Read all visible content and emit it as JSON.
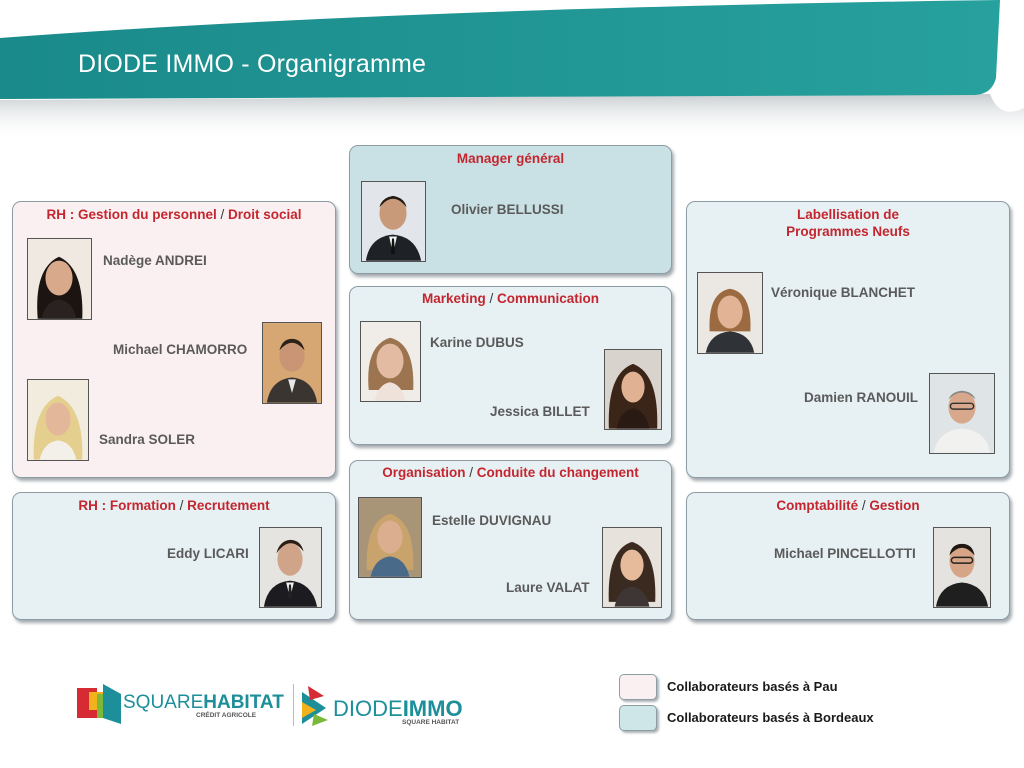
{
  "header": {
    "title": "DIODE IMMO - Organigramme"
  },
  "colors": {
    "banner_teal": "#1f918f",
    "pau_fill": "#fbf0f1",
    "bordeaux_fill": "#e7f0f3",
    "manager_fill": "#c9e1e4",
    "title_red": "#c4262f"
  },
  "boxes": {
    "manager": {
      "title": "Manager général",
      "people": [
        {
          "name": "Olivier BELLUSSI"
        }
      ]
    },
    "rh_social": {
      "title_a": "RH : Gestion du personnel",
      "sep": "/",
      "title_b": "Droit social",
      "people": [
        {
          "name": "Nadège ANDREI"
        },
        {
          "name": "Michael CHAMORRO"
        },
        {
          "name": "Sandra SOLER"
        }
      ]
    },
    "rh_formation": {
      "title_a": "RH : Formation",
      "sep": "/",
      "title_b": "Recrutement",
      "people": [
        {
          "name": "Eddy LICARI"
        }
      ]
    },
    "marketing": {
      "title_a": "Marketing",
      "sep": "/",
      "title_b": "Communication",
      "people": [
        {
          "name": "Karine DUBUS"
        },
        {
          "name": "Jessica BILLET"
        }
      ]
    },
    "organisation": {
      "title_a": "Organisation",
      "sep": "/",
      "title_b": "Conduite du changement",
      "people": [
        {
          "name": "Estelle DUVIGNAU"
        },
        {
          "name": "Laure VALAT"
        }
      ]
    },
    "labellisation": {
      "title_line1": "Labellisation de",
      "title_line2": "Programmes Neufs",
      "people": [
        {
          "name": "Véronique BLANCHET"
        },
        {
          "name": "Damien RANOUIL"
        }
      ]
    },
    "comptabilite": {
      "title_a": "Comptabilité",
      "sep": "/",
      "title_b": "Gestion",
      "people": [
        {
          "name": "Michael PINCELLOTTI"
        }
      ]
    }
  },
  "legend": {
    "pau": "Collaborateurs basés à Pau",
    "bordeaux": "Collaborateurs basés à Bordeaux"
  },
  "logos": {
    "square_a": "SQUARE",
    "square_b": "HABITAT",
    "square_sub": "CRÉDIT AGRICOLE",
    "diode_a": "DIODE",
    "diode_b": "IMMO",
    "diode_sub": "SQUARE HABITAT"
  }
}
